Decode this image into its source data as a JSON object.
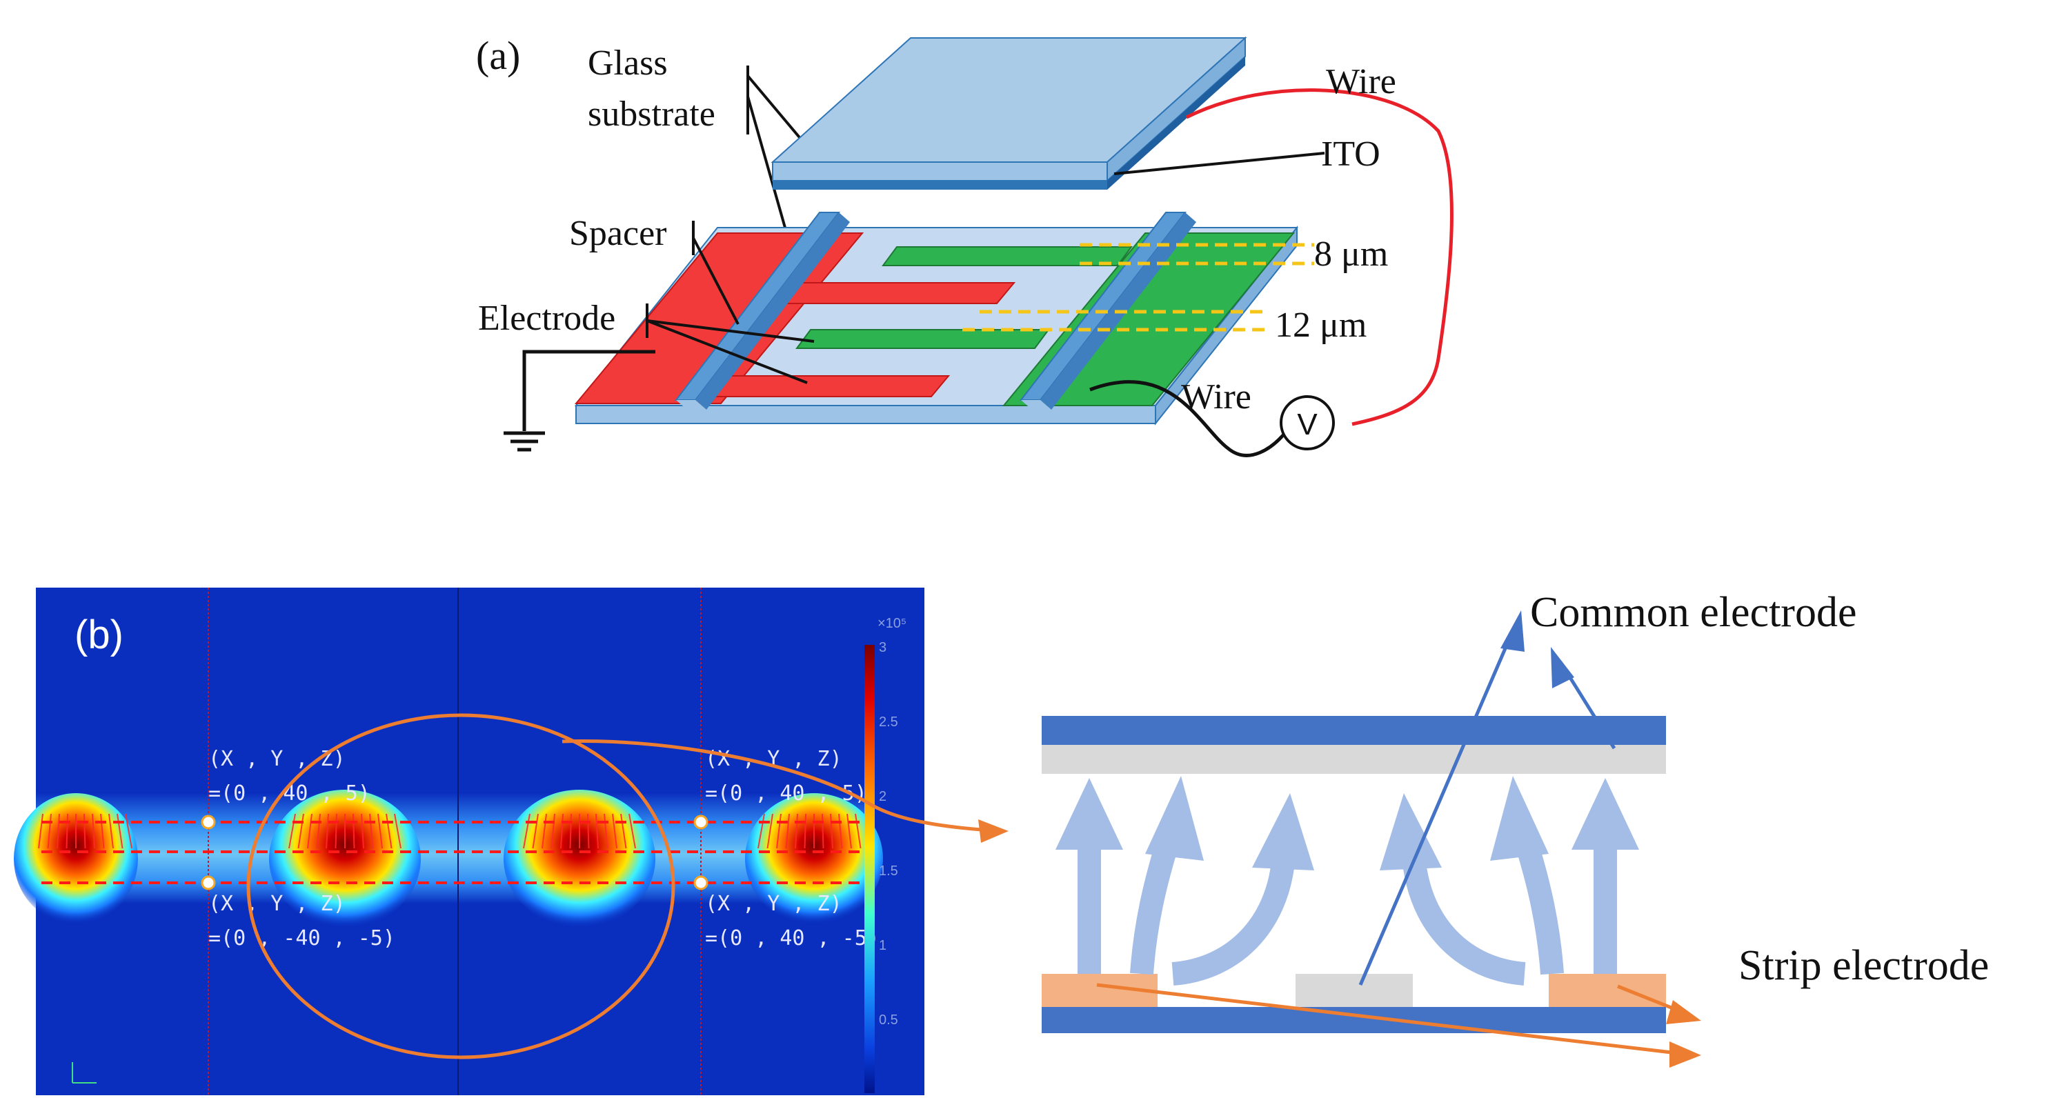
{
  "panel_a": {
    "label": "(a)",
    "glass_substrate_line1": "Glass",
    "glass_substrate_line2": "substrate",
    "wire_top": "Wire",
    "ito": "ITO",
    "spacer": "Spacer",
    "electrode": "Electrode",
    "gap_8": "8 μm",
    "gap_12": "12 μm",
    "wire_bottom": "Wire",
    "voltmeter": "V"
  },
  "panel_b": {
    "label": "(b)",
    "colorbar_exponent": "×10⁵",
    "colorbar_ticks": [
      "3",
      "2.5",
      "2",
      "1.5",
      "1",
      "0.5"
    ],
    "probe_top_left_1": "(X , Y , Z)",
    "probe_top_left_2": "=(0 , 40 , 5)",
    "probe_bottom_left_1": "(X , Y , Z)",
    "probe_bottom_left_2": "=(0 , -40 , -5)",
    "probe_top_right_1": "(X , Y , Z)",
    "probe_top_right_2": "=(0 , 40 , 5)",
    "probe_bottom_right_1": "(X , Y , Z)",
    "probe_bottom_right_2": "=(0 , 40 , -5)"
  },
  "schematic": {
    "common_electrode": "Common electrode",
    "strip_electrode": "Strip electrode"
  },
  "colors": {
    "red_electrode": "#f23a3a",
    "green_electrode": "#2db350",
    "glass": "#a9cbe8",
    "ito_blue": "#2e75b6",
    "spacer": "#5b9bd5",
    "dash_gold": "#f5c518",
    "wire_red": "#e8202a",
    "field_background": "#0a2fbf",
    "schematic_blue": "#4472c4",
    "schematic_grey": "#d9d9d9",
    "schematic_arrow": "#a4bde6",
    "strip_orange": "#f4b183",
    "annotation_orange": "#ed7d31"
  }
}
